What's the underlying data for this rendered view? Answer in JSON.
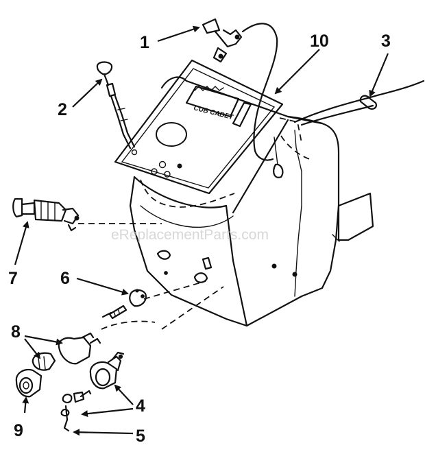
{
  "watermark": "eReplacementParts.com",
  "plate": {
    "brand": "CUB CADET"
  },
  "callouts": [
    {
      "id": "1",
      "label": "1"
    },
    {
      "id": "2",
      "label": "2"
    },
    {
      "id": "3",
      "label": "3"
    },
    {
      "id": "4",
      "label": "4"
    },
    {
      "id": "5",
      "label": "5"
    },
    {
      "id": "6",
      "label": "6"
    },
    {
      "id": "7",
      "label": "7"
    },
    {
      "id": "8",
      "label": "8"
    },
    {
      "id": "9",
      "label": "9"
    },
    {
      "id": "10",
      "label": "10"
    }
  ],
  "colors": {
    "ink": "#111111",
    "background": "#ffffff",
    "watermark": "#c9c9c9"
  }
}
